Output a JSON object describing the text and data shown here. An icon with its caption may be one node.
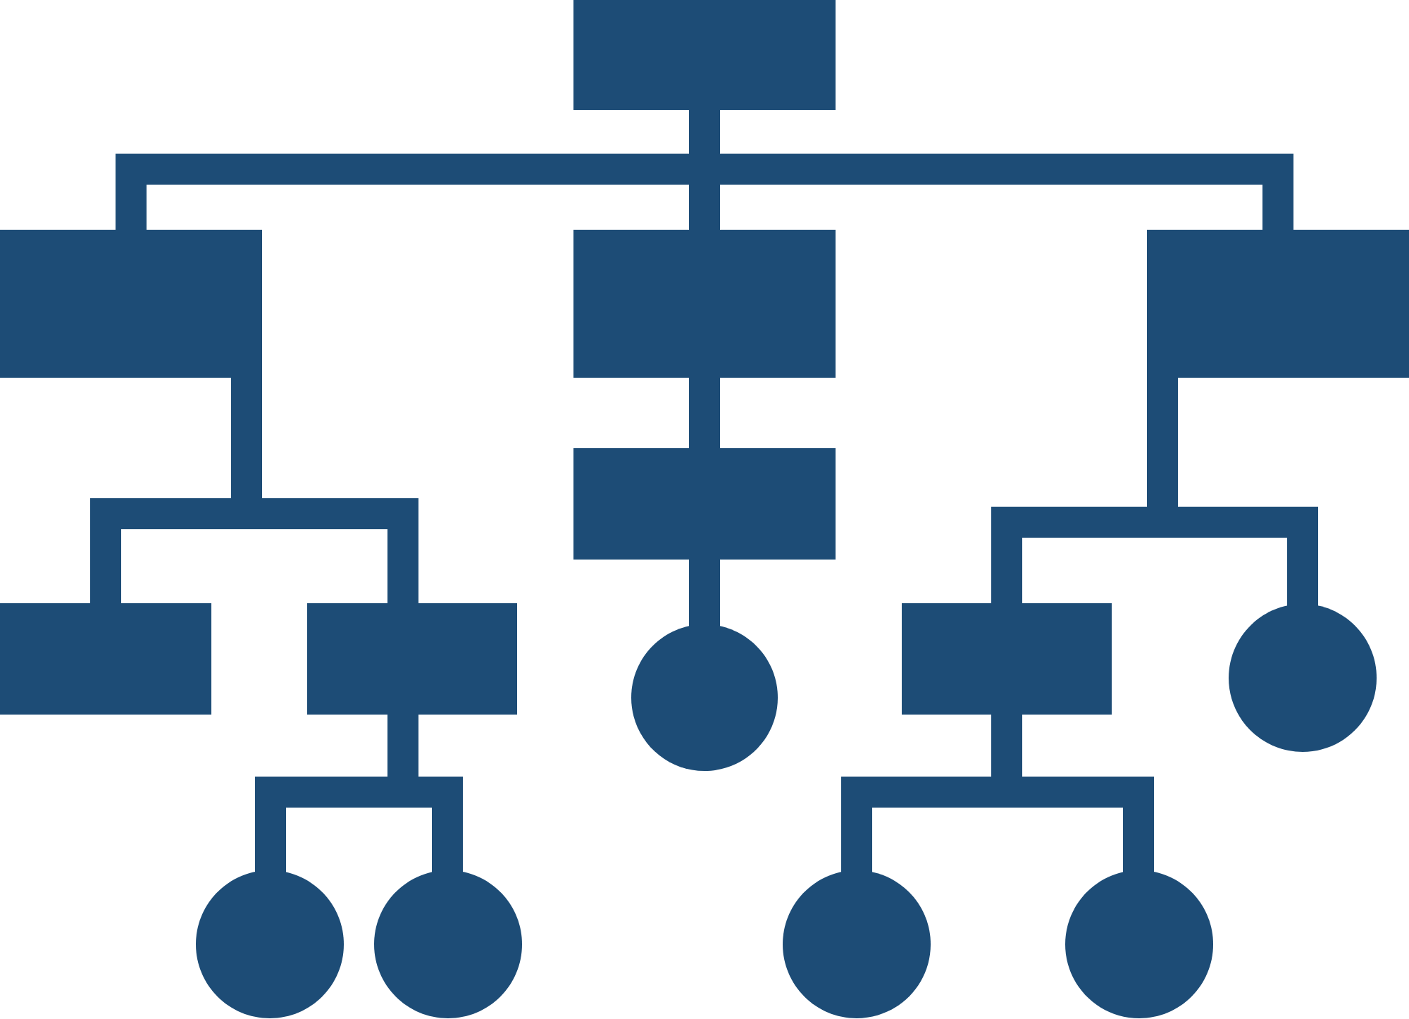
{
  "diagram": {
    "nodes": [
      {
        "text": [],
        "shape": "box"
      },
      {
        "text": [],
        "shape": "box"
      },
      {
        "text": [],
        "shape": "box"
      },
      {
        "text": [],
        "shape": "box"
      },
      {
        "text": [],
        "shape": "box"
      },
      {
        "text": [],
        "shape": "box"
      },
      {
        "text": [],
        "shape": "box"
      },
      {
        "text": [],
        "shape": "circle"
      },
      {
        "text": [],
        "shape": "box"
      },
      {
        "text": [],
        "shape": "circle"
      },
      {
        "text": [],
        "shape": "circle"
      },
      {
        "text": [],
        "shape": "circle"
      },
      {
        "text": [],
        "shape": "circle"
      },
      {
        "text": [],
        "shape": "circle"
      }
    ],
    "edges": [
      {
        "from": 0,
        "to": 1,
        "arrow": "none"
      },
      {
        "from": 0,
        "to": 2,
        "arrow": "none"
      },
      {
        "from": 0,
        "to": 3,
        "arrow": "none"
      },
      {
        "from": 2,
        "to": 4,
        "arrow": "none"
      },
      {
        "from": 4,
        "to": 7,
        "arrow": "none"
      },
      {
        "from": 1,
        "to": 5,
        "arrow": "none"
      },
      {
        "from": 1,
        "to": 6,
        "arrow": "none"
      },
      {
        "from": 3,
        "to": 8,
        "arrow": "none"
      },
      {
        "from": 3,
        "to": 9,
        "arrow": "none"
      },
      {
        "from": 6,
        "to": 10,
        "arrow": "none"
      },
      {
        "from": 6,
        "to": 11,
        "arrow": "none"
      },
      {
        "from": 8,
        "to": 12,
        "arrow": "none"
      },
      {
        "from": 8,
        "to": 13,
        "arrow": "none"
      }
    ]
  }
}
